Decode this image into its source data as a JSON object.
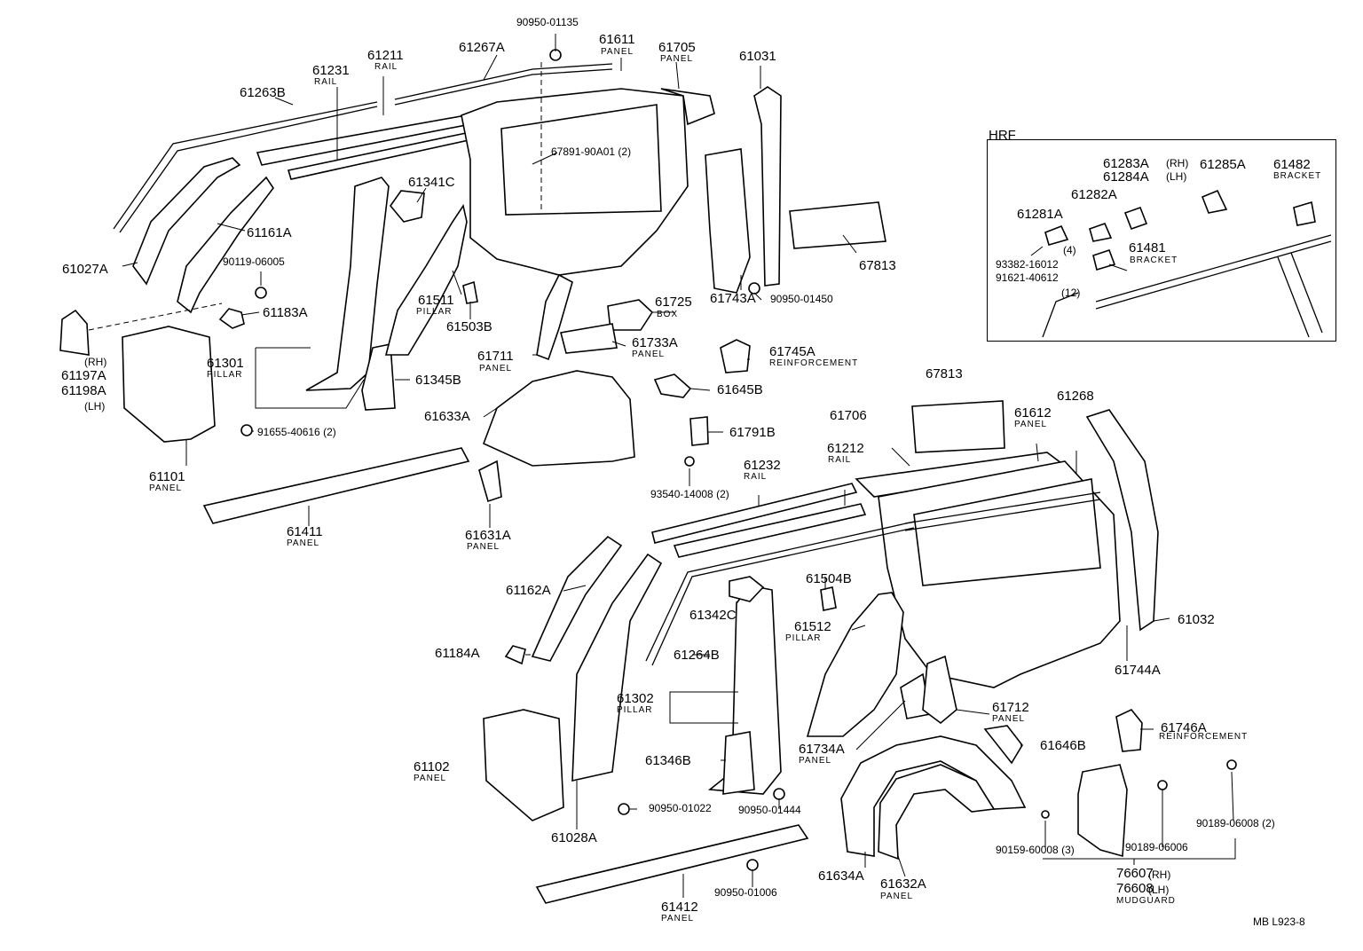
{
  "diagram": {
    "inset": {
      "title": "HRF"
    },
    "footer": {
      "code": "MB  L923-8"
    },
    "labels": [
      {
        "id": "l001",
        "text": "90950-01135"
      },
      {
        "id": "l002",
        "text": "61611"
      },
      {
        "id": "l003",
        "text": "PANEL"
      },
      {
        "id": "l004",
        "text": "61705"
      },
      {
        "id": "l005",
        "text": "PANEL"
      },
      {
        "id": "l006",
        "text": "61267A"
      },
      {
        "id": "l007",
        "text": "61211"
      },
      {
        "id": "l008",
        "text": "RAIL"
      },
      {
        "id": "l009",
        "text": "61231"
      },
      {
        "id": "l010",
        "text": "RAIL"
      },
      {
        "id": "l011",
        "text": "61263B"
      },
      {
        "id": "l012",
        "text": "61031"
      },
      {
        "id": "l013",
        "text": "67891-90A01 (2)"
      },
      {
        "id": "l014",
        "text": "61341C"
      },
      {
        "id": "l015",
        "text": "61161A"
      },
      {
        "id": "l016",
        "text": "61027A"
      },
      {
        "id": "l017",
        "text": "90119-06005"
      },
      {
        "id": "l018",
        "text": "61183A"
      },
      {
        "id": "l019",
        "text": "(RH)"
      },
      {
        "id": "l020",
        "text": "61197A"
      },
      {
        "id": "l021",
        "text": "61198A"
      },
      {
        "id": "l022",
        "text": "(LH)"
      },
      {
        "id": "l023",
        "text": "61301"
      },
      {
        "id": "l024",
        "text": "PILLAR"
      },
      {
        "id": "l025",
        "text": "61345B"
      },
      {
        "id": "l026",
        "text": "91655-40616 (2)"
      },
      {
        "id": "l027",
        "text": "61101"
      },
      {
        "id": "l028",
        "text": "PANEL"
      },
      {
        "id": "l029",
        "text": "61411"
      },
      {
        "id": "l030",
        "text": "PANEL"
      },
      {
        "id": "l031",
        "text": "61511"
      },
      {
        "id": "l032",
        "text": "PILLAR"
      },
      {
        "id": "l033",
        "text": "61503B"
      },
      {
        "id": "l034",
        "text": "61725"
      },
      {
        "id": "l035",
        "text": "BOX"
      },
      {
        "id": "l036",
        "text": "61743A"
      },
      {
        "id": "l037",
        "text": "90950-01450"
      },
      {
        "id": "l038",
        "text": "67813"
      },
      {
        "id": "l039",
        "text": "61733A"
      },
      {
        "id": "l040",
        "text": "PANEL"
      },
      {
        "id": "l041",
        "text": "61711"
      },
      {
        "id": "l042",
        "text": "PANEL"
      },
      {
        "id": "l043",
        "text": "61745A"
      },
      {
        "id": "l044",
        "text": "REINFORCEMENT"
      },
      {
        "id": "l045",
        "text": "61645B"
      },
      {
        "id": "l046",
        "text": "61633A"
      },
      {
        "id": "l047",
        "text": "61791B"
      },
      {
        "id": "l048",
        "text": "93540-14008 (2)"
      },
      {
        "id": "l049",
        "text": "61631A"
      },
      {
        "id": "l050",
        "text": "PANEL"
      },
      {
        "id": "l051",
        "text": "61283A"
      },
      {
        "id": "l052",
        "text": "(RH)"
      },
      {
        "id": "l053",
        "text": "61284A"
      },
      {
        "id": "l054",
        "text": "(LH)"
      },
      {
        "id": "l055",
        "text": "61285A"
      },
      {
        "id": "l056",
        "text": "61482"
      },
      {
        "id": "l057",
        "text": "BRACKET"
      },
      {
        "id": "l058",
        "text": "61282A"
      },
      {
        "id": "l059",
        "text": "61281A"
      },
      {
        "id": "l060",
        "text": "(4)"
      },
      {
        "id": "l061",
        "text": "61481"
      },
      {
        "id": "l062",
        "text": "BRACKET"
      },
      {
        "id": "l063",
        "text": "93382-16012"
      },
      {
        "id": "l064",
        "text": "91621-40612"
      },
      {
        "id": "l065",
        "text": "(12)"
      },
      {
        "id": "l066",
        "text": "67813"
      },
      {
        "id": "l067",
        "text": "61706"
      },
      {
        "id": "l068",
        "text": "61612"
      },
      {
        "id": "l069",
        "text": "PANEL"
      },
      {
        "id": "l070",
        "text": "61268"
      },
      {
        "id": "l071",
        "text": "61212"
      },
      {
        "id": "l072",
        "text": "RAIL"
      },
      {
        "id": "l073",
        "text": "61232"
      },
      {
        "id": "l074",
        "text": "RAIL"
      },
      {
        "id": "l075",
        "text": "61162A"
      },
      {
        "id": "l076",
        "text": "61504B"
      },
      {
        "id": "l077",
        "text": "61342C"
      },
      {
        "id": "l078",
        "text": "61512"
      },
      {
        "id": "l079",
        "text": "PILLAR"
      },
      {
        "id": "l080",
        "text": "61184A"
      },
      {
        "id": "l081",
        "text": "61264B"
      },
      {
        "id": "l082",
        "text": "61032"
      },
      {
        "id": "l083",
        "text": "61744A"
      },
      {
        "id": "l084",
        "text": "61302"
      },
      {
        "id": "l085",
        "text": "PILLAR"
      },
      {
        "id": "l086",
        "text": "61712"
      },
      {
        "id": "l087",
        "text": "PANEL"
      },
      {
        "id": "l088",
        "text": "61746A"
      },
      {
        "id": "l089",
        "text": "REINFORCEMENT"
      },
      {
        "id": "l090",
        "text": "61734A"
      },
      {
        "id": "l091",
        "text": "PANEL"
      },
      {
        "id": "l092",
        "text": "61646B"
      },
      {
        "id": "l093",
        "text": "61102"
      },
      {
        "id": "l094",
        "text": "PANEL"
      },
      {
        "id": "l095",
        "text": "61346B"
      },
      {
        "id": "l096",
        "text": "90950-01022"
      },
      {
        "id": "l097",
        "text": "90950-01444"
      },
      {
        "id": "l098",
        "text": "61028A"
      },
      {
        "id": "l099",
        "text": "90189-06008 (2)"
      },
      {
        "id": "l100",
        "text": "90159-60008 (3)"
      },
      {
        "id": "l101",
        "text": "90189-06006"
      },
      {
        "id": "l102",
        "text": "61634A"
      },
      {
        "id": "l103",
        "text": "61632A"
      },
      {
        "id": "l104",
        "text": "PANEL"
      },
      {
        "id": "l105",
        "text": "76607"
      },
      {
        "id": "l106",
        "text": "(RH)"
      },
      {
        "id": "l107",
        "text": "76608"
      },
      {
        "id": "l108",
        "text": "(LH)"
      },
      {
        "id": "l109",
        "text": "MUDGUARD"
      },
      {
        "id": "l110",
        "text": "90950-01006"
      },
      {
        "id": "l111",
        "text": "61412"
      },
      {
        "id": "l112",
        "text": "PANEL"
      }
    ]
  }
}
